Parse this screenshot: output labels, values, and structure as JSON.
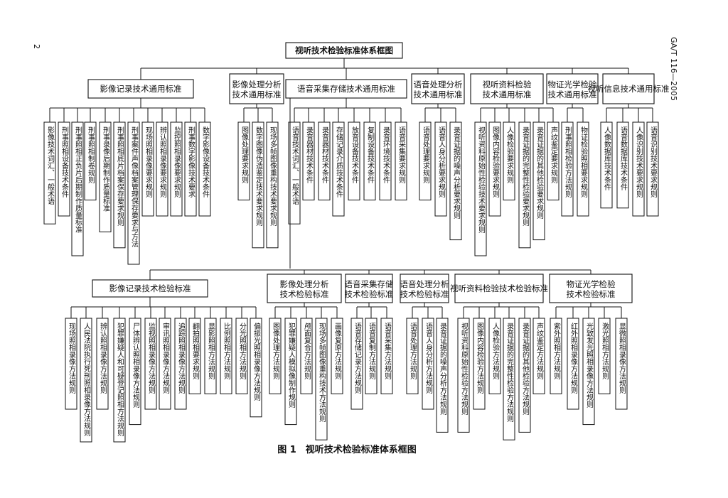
{
  "page_number": "2",
  "std_code": "GA/T 116—2005",
  "caption": "图 1　视听技术检验标准体系框图",
  "root": "视听技术检验标准体系框图",
  "row1": [
    {
      "label": "影像记录技术通用标准",
      "leaves": [
        "影像技术词汇、一般术语",
        "刑事照相设备技术条件",
        "刑事照相正负片后期制作质量标准",
        "刑事照相制卷规则",
        "刑事录像后期制作质量标准",
        "刑事照相底片档案保存要求规则",
        "刑事案件声像档案管理保存要求与方法",
        "现场照相录像要求规则",
        "辨认照相录像要求规则",
        "监控照相录像要求规则",
        "刑事数字影像技术要求",
        "数字影像设备技术条件"
      ]
    },
    {
      "label": "影像处理分析技术通用标准",
      "leaves": [
        "图像处理要求规则",
        "数字图像伪造鉴定技术要求规则",
        "现场多帧图像重构技术要求规则"
      ]
    },
    {
      "label": "语音采集存储技术通用标准",
      "leaves": [
        "语音技术词汇、一般术语",
        "录音器材技术条件",
        "录音器材技术条件",
        "存储记录介质技术条件",
        "放音设备技术条件",
        "复制设备技术条件",
        "录音环境技术条件",
        "语音采集要求规则"
      ]
    },
    {
      "label": "语音处理分析技术通用标准",
      "leaves": [
        "语音处理要求规则",
        "语音人身分析要求规则",
        "录音证据的噪声分析要求规则"
      ]
    },
    {
      "label": "视听资料检验技术通用标准",
      "leaves": [
        "视听资料原始性检验技术要求规则",
        "图像内容检验要求规则",
        "人像检验要求规则",
        "录音证据的完整性检验要求规则",
        "录音证据的其他检验要求规则",
        "声纹鉴定要求规则"
      ]
    },
    {
      "label": "物证光学检验技术通用标准",
      "leaves": [
        "刑事照相检验方法规则",
        "物证检验照相要求规则"
      ]
    },
    {
      "label": "视听信息技术通用标准",
      "leaves": [
        "人像数据库技术条件",
        "语音数据库技术条件",
        "人像识别技术要求规则",
        "语音识别技术要求规则"
      ]
    }
  ],
  "row2": [
    {
      "label": "影像记录技术检验标准",
      "leaves": [
        "现场照相录像方法规则",
        "人民法院执行死刑照相录像方法规则",
        "辨认照相录像方法规则",
        "犯罪嫌疑人和可疑登记照相方法规则",
        "尸体辨认照相录像方法规则",
        "监视照相录像方法规则",
        "审讯照相录像方法规则",
        "追踪照相录像方法规则",
        "翻拍照相要求规则",
        "显影照相方法规则",
        "比例照相方法规则",
        "分光照相方法规则",
        "偏振光照相录像方法规则"
      ]
    },
    {
      "label": "影像处理分析技术检验标准",
      "leaves": [
        "图像处理方法规则",
        "犯罪嫌疑人模拟像制作规则",
        "颅面复合方法规则",
        "现场多帧图像重构技术方法规则",
        "画像复原方法规则"
      ]
    },
    {
      "label": "语音采集存储技术检验标准",
      "leaves": [
        "语音存储记录方法规则",
        "语音复制方法规则",
        "语音采集方法规则"
      ]
    },
    {
      "label": "语音处理分析技术检验标准",
      "leaves": [
        "语音处理方法规则",
        "语音人身分析方法规则",
        "录音证据的噪声分析方法规则"
      ]
    },
    {
      "label": "视听资料检验技术检验标准",
      "leaves": [
        "视听资料原始性检验方法规则",
        "图像内容检验方法规则",
        "人像检验方法规则",
        "录音证据的完整性检验方法规则",
        "录音证据的其他检验方法规则",
        "声纹鉴定方法规则"
      ]
    },
    {
      "label": "物证光学检验技术检验标准",
      "leaves": [
        "紫外照相方法规则",
        "红外照相录像方法规则",
        "光致发光照相录像方法规则",
        "激光照相方法规则",
        "显微照相录像方法规则"
      ]
    }
  ]
}
